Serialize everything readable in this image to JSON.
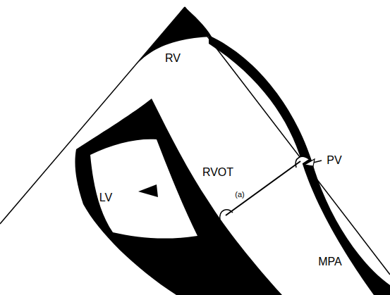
{
  "diagram": {
    "labels": [
      "RV",
      "RVOT",
      "PV",
      "LV",
      "(a)",
      "MPA"
    ]
  }
}
